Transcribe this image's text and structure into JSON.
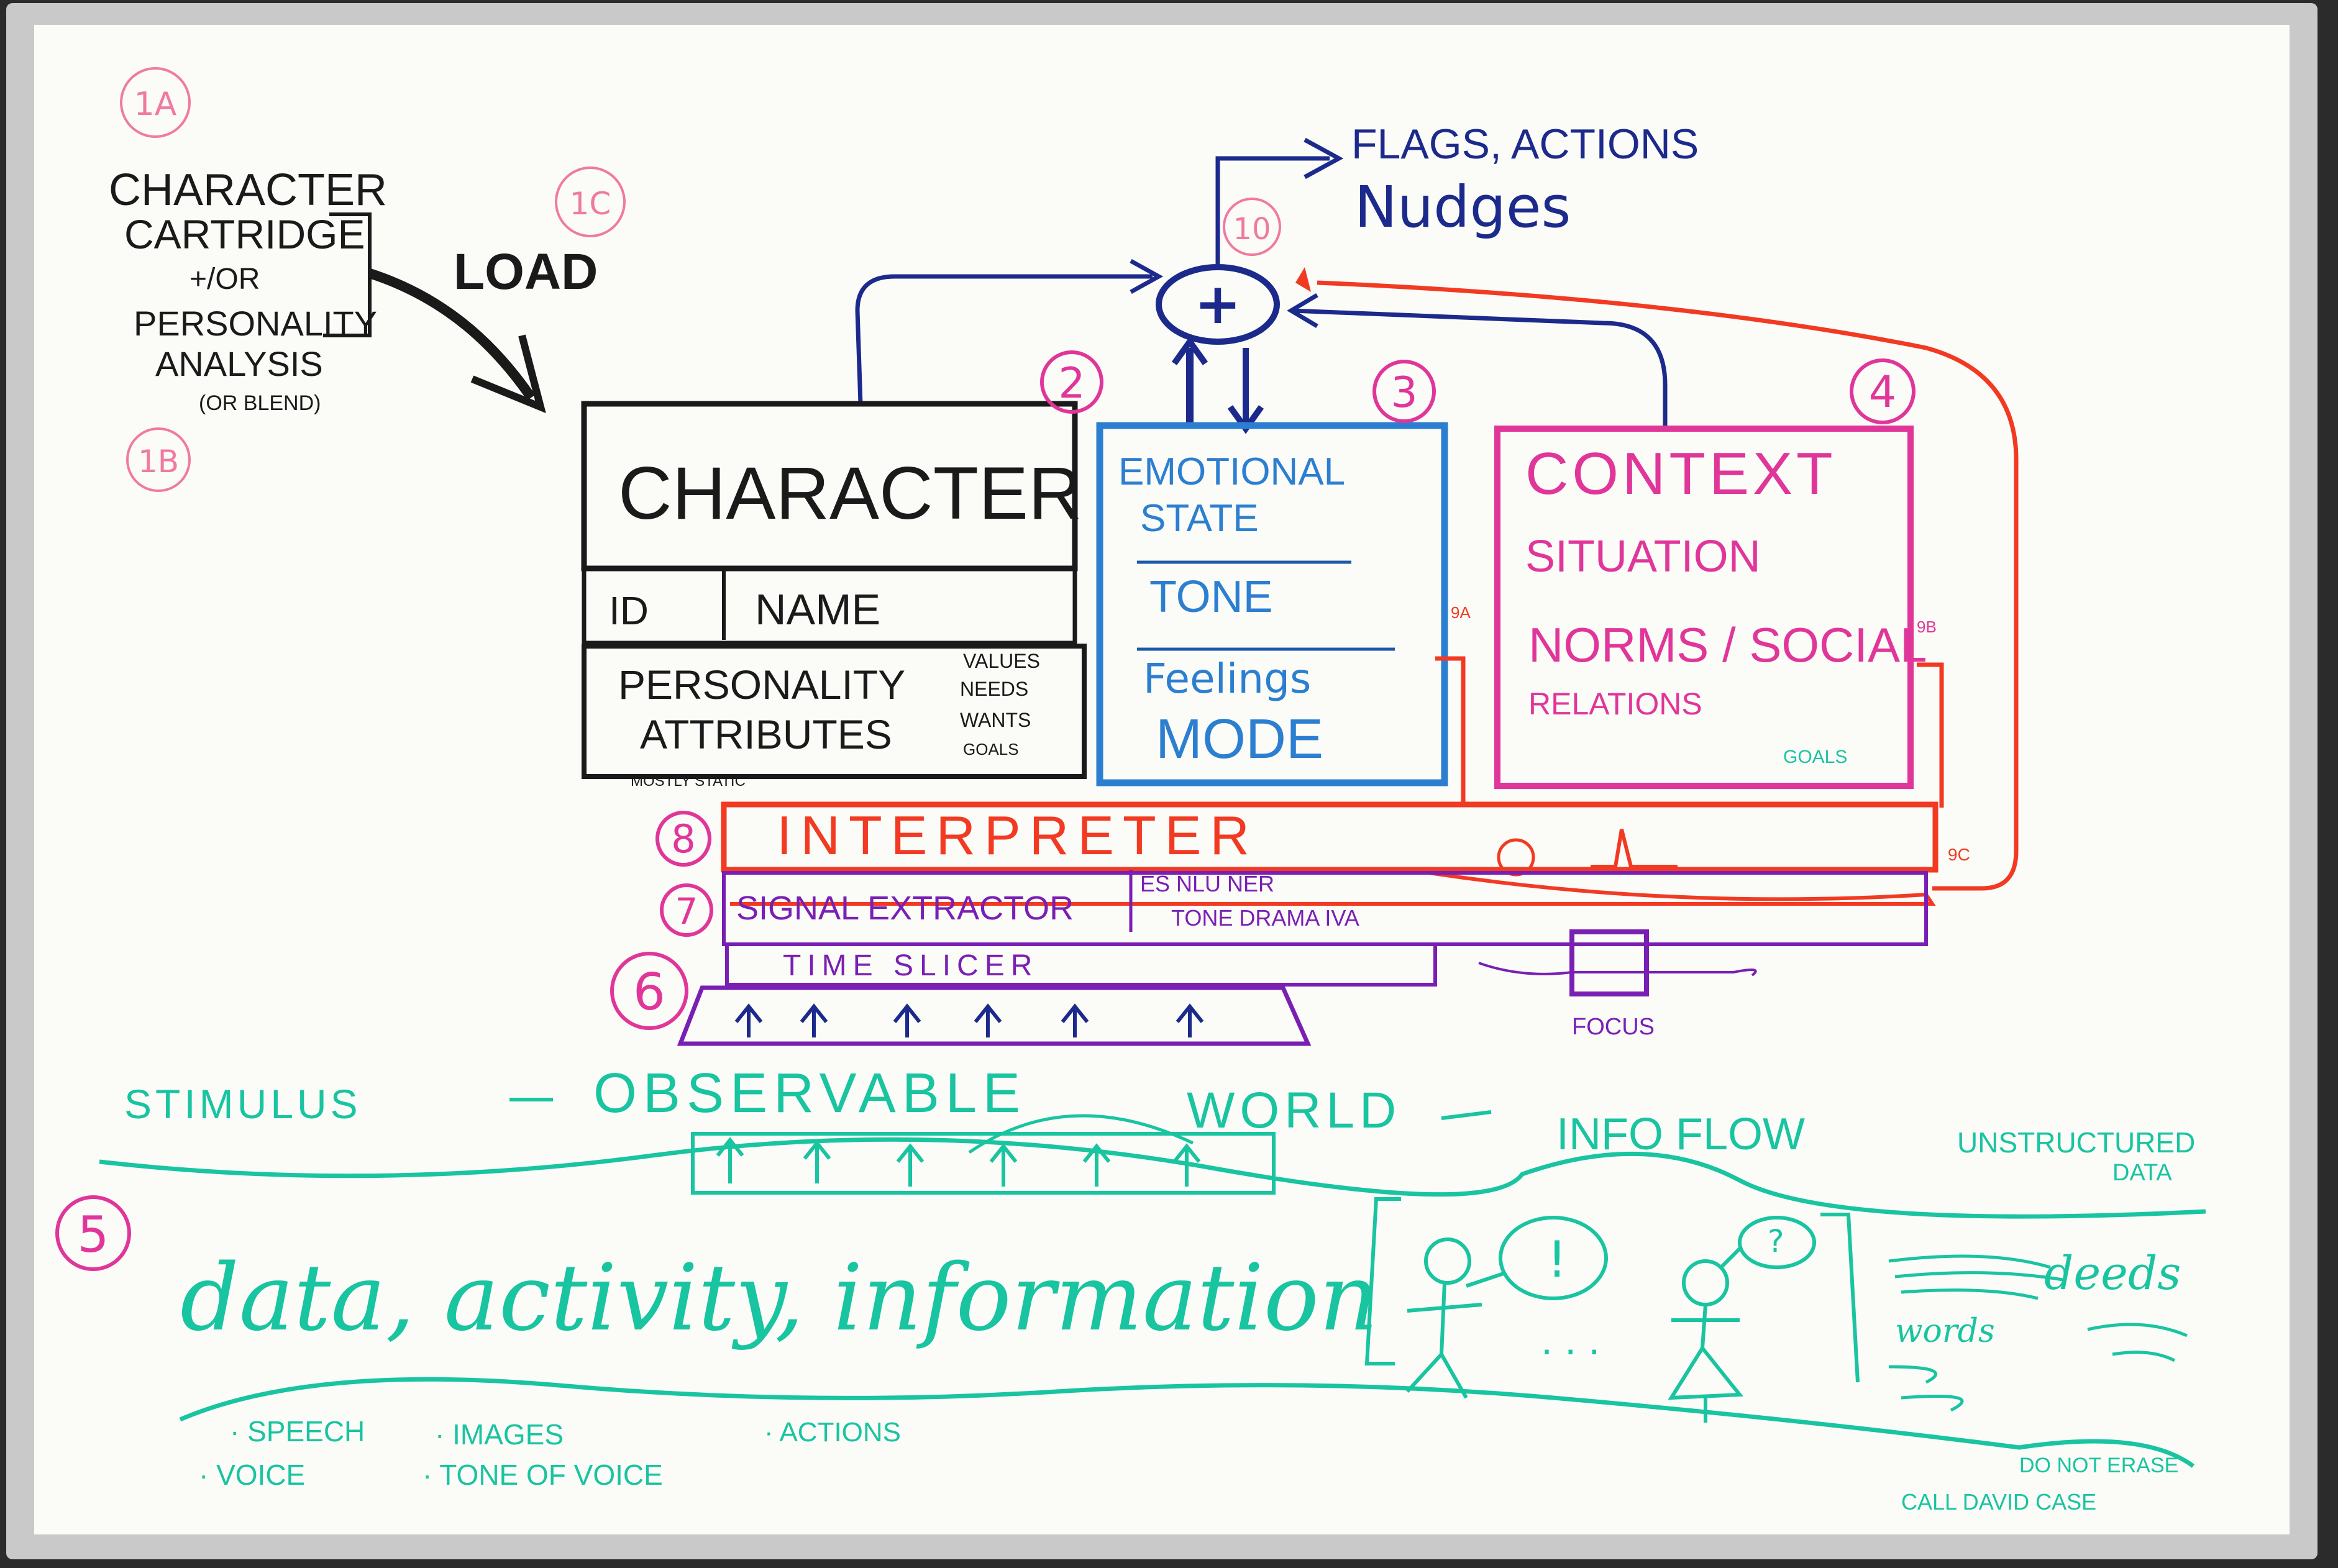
{
  "labels": {
    "n1a": "1A",
    "n1b": "1B",
    "n1c": "1C",
    "n2": "2",
    "n3": "3",
    "n4": "4",
    "n5": "5",
    "n6": "6",
    "n7": "7",
    "n8": "8",
    "n9a": "9A",
    "n9b": "9B",
    "n9c": "9C",
    "n10": "10"
  },
  "sources": {
    "line1": "CHARACTER",
    "line2": "CARTRIDGE",
    "line3": "+/OR",
    "line4": "PERSONALITY",
    "line5": "ANALYSIS",
    "line6": "(OR BLEND)"
  },
  "load": "LOAD",
  "outputs": {
    "line1": "FLAGS, ACTIONS",
    "line2": "Nudges"
  },
  "sum_symbol": "+",
  "character": {
    "title": "CHARACTER",
    "id": "ID",
    "name": "NAME",
    "personality": "PERSONALITY",
    "attributes": "ATTRIBUTES",
    "values": "VALUES",
    "needs": "NEEDS",
    "wants": "WANTS",
    "goals": "GOALS",
    "note": "MOSTLY STATIC"
  },
  "emotional": {
    "line1": "EMOTIONAL",
    "line2": "STATE",
    "tone": "TONE",
    "feelings": "Feelings",
    "mode": "MODE"
  },
  "context": {
    "title": "CONTEXT",
    "situation": "SITUATION",
    "norms": "NORMS / SOCIAL",
    "relations": "RELATIONS",
    "goals": "GOALS"
  },
  "interpreter": "INTERPRETER",
  "signal_extractor": "SIGNAL EXTRACTOR",
  "signal_notes": {
    "line1": "ES NLU NER",
    "line2": "TONE DRAMA IVA"
  },
  "time_slicer": "TIME SLICER",
  "focus": "FOCUS",
  "stimulus": {
    "stimulus": "STIMULUS",
    "observable": "OBSERVABLE",
    "world": "WORLD",
    "info_flow": "INFO FLOW",
    "unstructured": "UNSTRUCTURED",
    "data": "DATA"
  },
  "data_line": "data, activity, information",
  "bottom": {
    "speech": "· SPEECH",
    "voice": "· VOICE",
    "images": "· IMAGES",
    "tone_of_voice": "· TONE OF VOICE",
    "actions": "· ACTIONS"
  },
  "scene": {
    "deeds": "deeds",
    "words": "words",
    "bubble1": "!",
    "bubble2": "?"
  },
  "dont_erase": {
    "line1": "DO NOT ERASE",
    "line2": "CALL DAVID CASE"
  },
  "colors": {
    "black": "#1a1a1a",
    "navy": "#1c2a8c",
    "blue": "#2c7fd0",
    "pink": "#e0369a",
    "red": "#f23a22",
    "purple": "#7a1fb4",
    "teal": "#19c4a0"
  }
}
